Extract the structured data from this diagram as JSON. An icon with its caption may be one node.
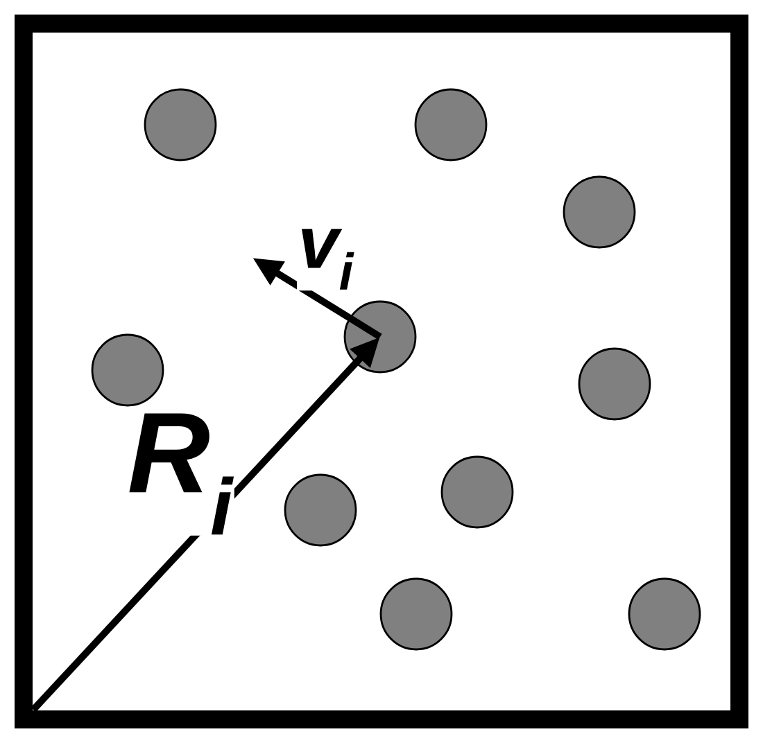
{
  "diagram": {
    "nodes": [
      {
        "text": [],
        "shape": "box"
      },
      {
        "text": [],
        "shape": "circle",
        "in": 0
      },
      {
        "text": [],
        "shape": "circle",
        "in": 0
      },
      {
        "text": [],
        "shape": "circle",
        "in": 0
      },
      {
        "text": [],
        "shape": "circle",
        "in": 0
      },
      {
        "text": [],
        "shape": "circle",
        "in": 0
      },
      {
        "text": [],
        "shape": "circle",
        "in": 0
      },
      {
        "text": [],
        "shape": "circle",
        "in": 0
      },
      {
        "text": [],
        "shape": "circle",
        "in": 0
      },
      {
        "text": [],
        "shape": "circle",
        "in": 0
      },
      {
        "text": [],
        "shape": "circle",
        "in": 0
      }
    ],
    "edges": [
      {
        "from": null,
        "to": 4,
        "arrow": "to",
        "label": "R$_{i}$"
      },
      {
        "from": 4,
        "to": null,
        "arrow": "to",
        "label": "v$_{i}$"
      }
    ]
  }
}
